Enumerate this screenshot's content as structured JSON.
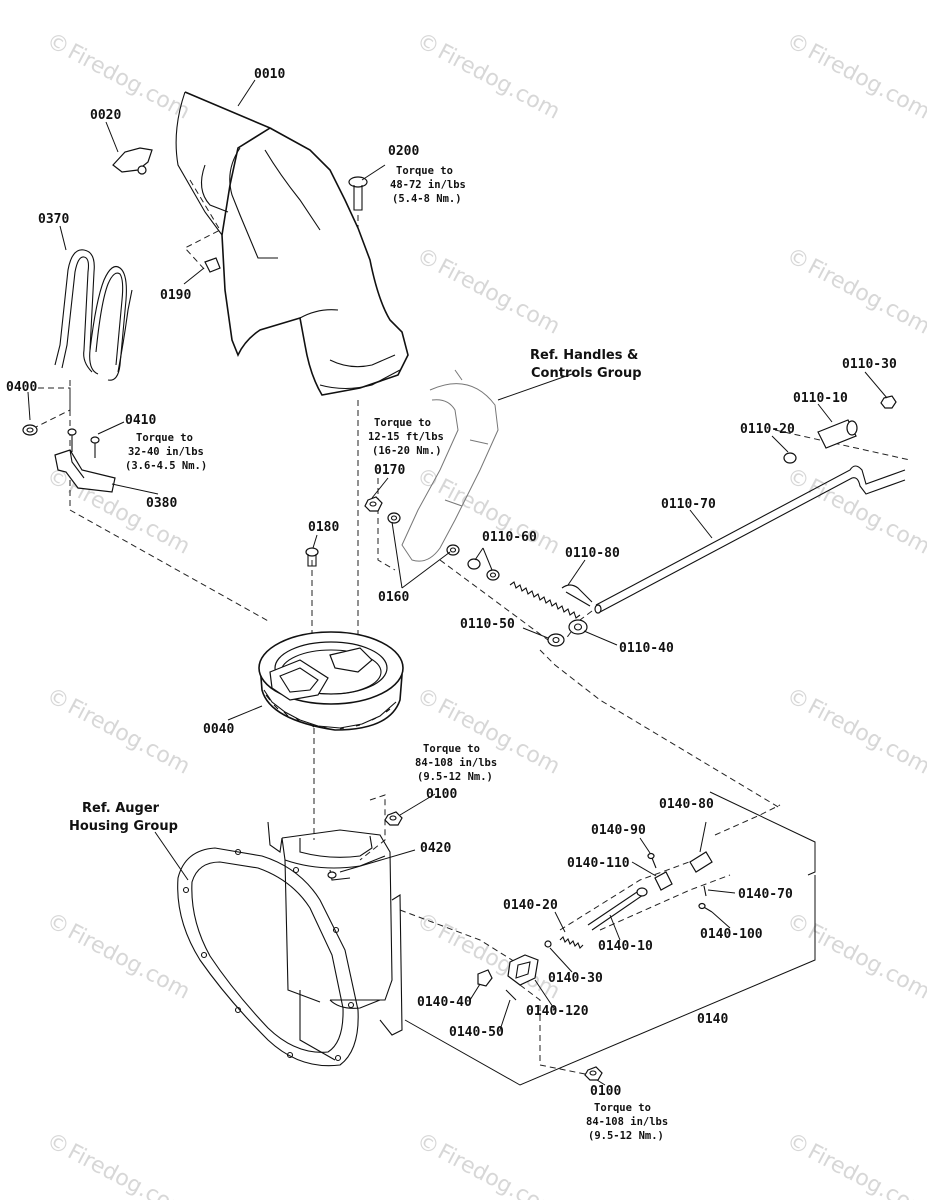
{
  "watermark": {
    "symbol": "©",
    "text": "Firedog.com"
  },
  "callouts": {
    "c0010": "0010",
    "c0020": "0020",
    "c0200": "0200",
    "c0370": "0370",
    "c0190": "0190",
    "c0400": "0400",
    "c0410": "0410",
    "c0380": "0380",
    "c0170": "0170",
    "c0160": "0160",
    "c0180": "0180",
    "c0040": "0040",
    "c0100a": "0100",
    "c0100b": "0100",
    "c0420": "0420",
    "c0110_30": "0110-30",
    "c0110_10": "0110-10",
    "c0110_20": "0110-20",
    "c0110_70": "0110-70",
    "c0110_60": "0110-60",
    "c0110_80": "0110-80",
    "c0110_50": "0110-50",
    "c0110_40": "0110-40",
    "c0140_80": "0140-80",
    "c0140_90": "0140-90",
    "c0140_110": "0140-110",
    "c0140_70": "0140-70",
    "c0140_20": "0140-20",
    "c0140_10": "0140-10",
    "c0140_100": "0140-100",
    "c0140_30": "0140-30",
    "c0140_40": "0140-40",
    "c0140_120": "0140-120",
    "c0140_50": "0140-50",
    "c0140": "0140"
  },
  "notes": {
    "torque_0200": [
      "Torque to",
      "48-72 in/lbs",
      "(5.4-8 Nm.)"
    ],
    "torque_0410": [
      "Torque to",
      "32-40 in/lbs",
      "(3.6-4.5 Nm.)"
    ],
    "torque_0170": [
      "Torque to",
      "12-15 ft/lbs",
      "(16-20 Nm.)"
    ],
    "torque_0100a": [
      "Torque to",
      "84-108 in/lbs",
      "(9.5-12 Nm.)"
    ],
    "torque_0100b": [
      "Torque to",
      "84-108 in/lbs",
      "(9.5-12 Nm.)"
    ]
  },
  "references": {
    "handles": [
      "Ref. Handles &",
      "Controls Group"
    ],
    "auger": [
      "Ref. Auger",
      "Housing Group"
    ]
  }
}
